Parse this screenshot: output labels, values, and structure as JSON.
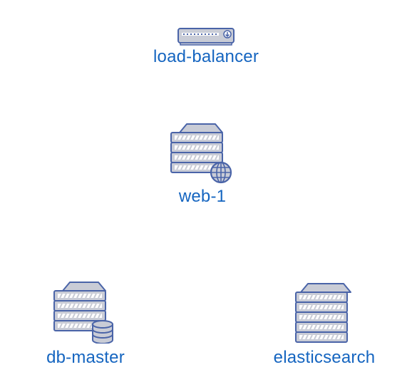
{
  "colors": {
    "label": "#1565c0",
    "outline": "#4a64a8",
    "fill": "#c9ccd6",
    "stripe": "#ffffff"
  },
  "nodes": [
    {
      "id": "load-balancer",
      "label": "load-balancer",
      "icon": "load-balancer-icon"
    },
    {
      "id": "web-1",
      "label": "web-1",
      "icon": "web-server-icon"
    },
    {
      "id": "db-master",
      "label": "db-master",
      "icon": "database-server-icon"
    },
    {
      "id": "elasticsearch",
      "label": "elasticsearch",
      "icon": "server-icon"
    }
  ]
}
